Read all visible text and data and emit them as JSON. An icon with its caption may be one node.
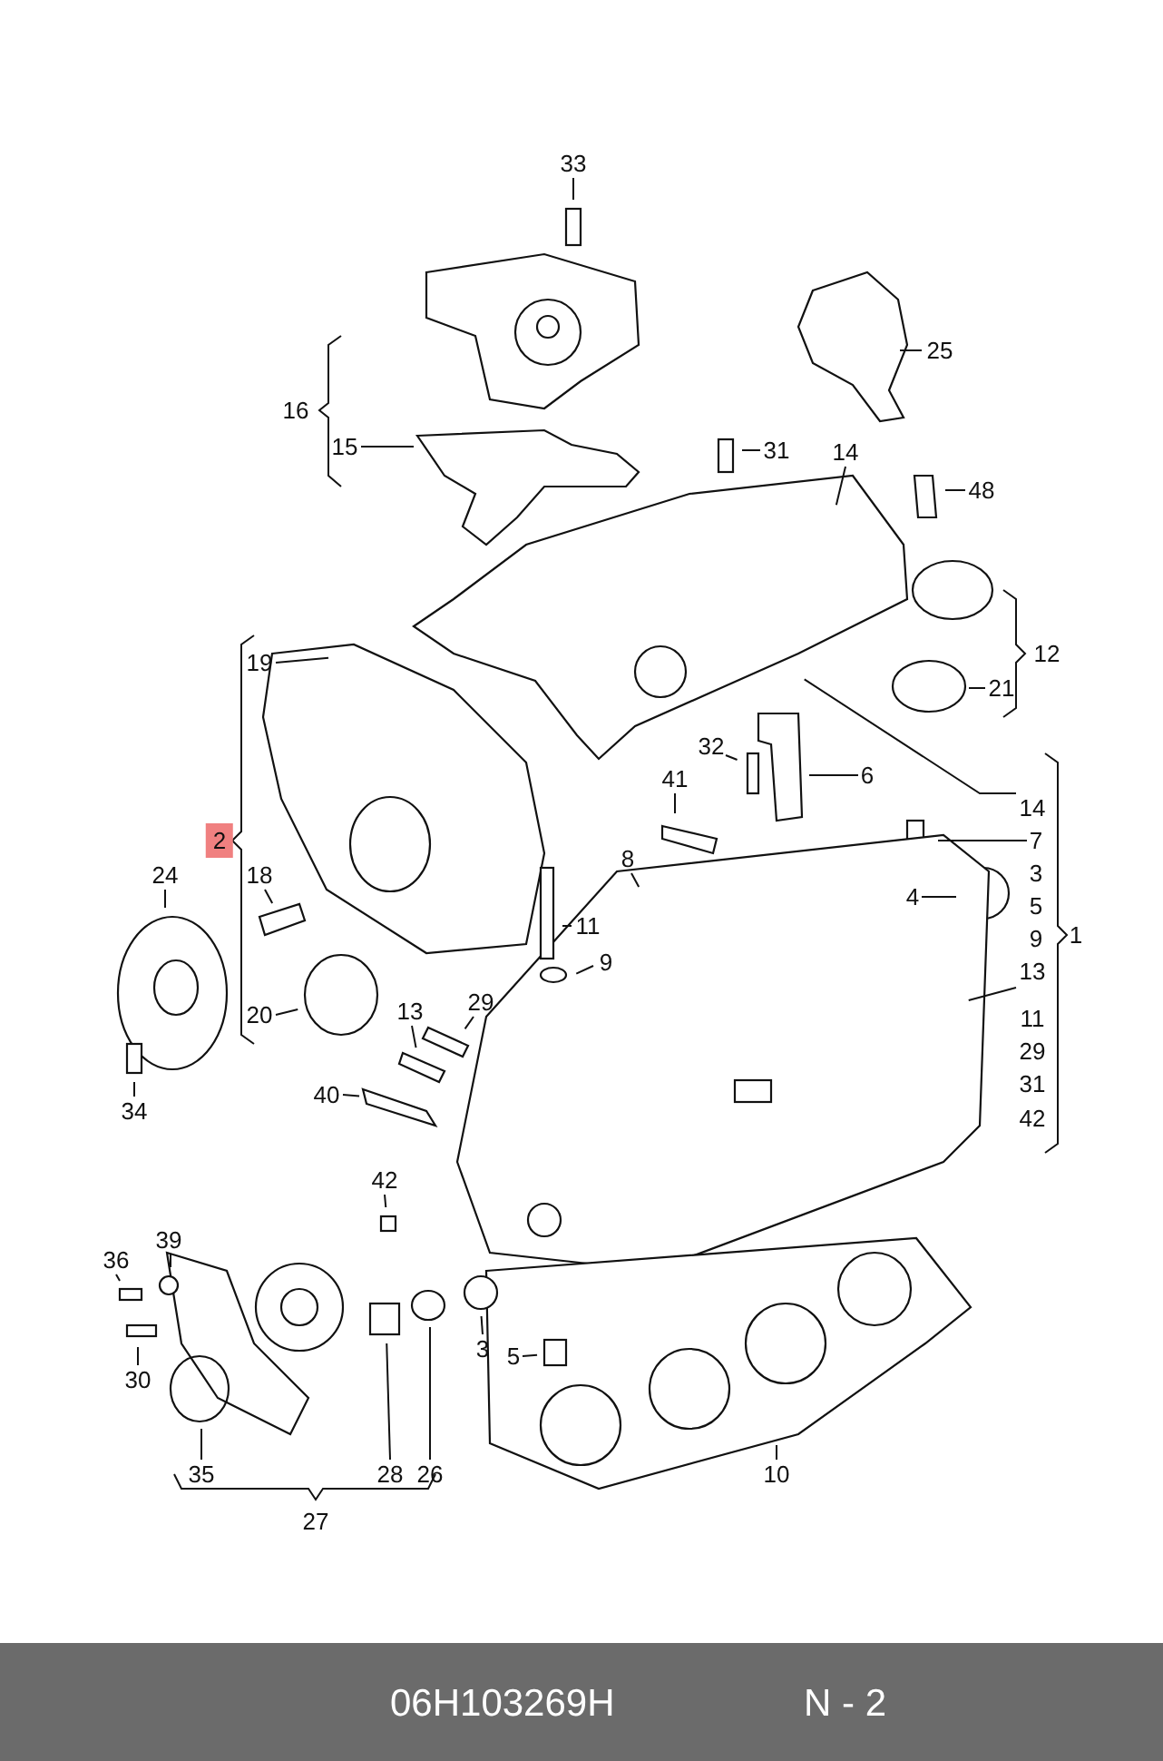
{
  "diagram": {
    "nodes": [
      {
        "text": [
          "33"
        ]
      },
      {
        "text": [
          "25"
        ]
      },
      {
        "text": [
          "15"
        ]
      },
      {
        "text": [
          "31"
        ]
      },
      {
        "text": [
          "14"
        ]
      },
      {
        "text": [
          "48"
        ]
      },
      {
        "text": [
          "19"
        ]
      },
      {
        "text": [
          "21"
        ]
      },
      {
        "text": [
          "32"
        ]
      },
      {
        "text": [
          "6"
        ]
      },
      {
        "text": [
          "41"
        ]
      },
      {
        "text": [
          "14"
        ]
      },
      {
        "text": [
          "7"
        ]
      },
      {
        "text": [
          "18"
        ]
      },
      {
        "text": [
          "4"
        ]
      },
      {
        "text": [
          "24"
        ]
      },
      {
        "text": [
          "8"
        ]
      },
      {
        "text": [
          "11"
        ]
      },
      {
        "text": [
          "9"
        ]
      },
      {
        "text": [
          "13"
        ]
      },
      {
        "text": [
          "13"
        ]
      },
      {
        "text": [
          "29"
        ]
      },
      {
        "text": [
          "20"
        ]
      },
      {
        "text": [
          "34"
        ]
      },
      {
        "text": [
          "40"
        ]
      },
      {
        "text": [
          "42"
        ]
      },
      {
        "text": [
          "36"
        ]
      },
      {
        "text": [
          "39"
        ]
      },
      {
        "text": [
          "30"
        ]
      },
      {
        "text": [
          "3"
        ]
      },
      {
        "text": [
          "5"
        ]
      },
      {
        "text": [
          "35"
        ]
      },
      {
        "text": [
          "28"
        ]
      },
      {
        "text": [
          "26"
        ]
      },
      {
        "text": [
          "10"
        ]
      }
    ],
    "edges": [
      {
        "from": 0,
        "to": null,
        "arrow": "none"
      },
      {
        "from": 1,
        "to": null,
        "arrow": "none"
      },
      {
        "from": 2,
        "to": null,
        "arrow": "none"
      },
      {
        "from": 3,
        "to": null,
        "arrow": "none"
      },
      {
        "from": 4,
        "to": null,
        "arrow": "none"
      },
      {
        "from": 5,
        "to": null,
        "arrow": "none"
      },
      {
        "from": 6,
        "to": null,
        "arrow": "none"
      },
      {
        "from": 7,
        "to": null,
        "arrow": "none"
      },
      {
        "from": 8,
        "to": null,
        "arrow": "none"
      },
      {
        "from": 9,
        "to": null,
        "arrow": "none"
      },
      {
        "from": 10,
        "to": null,
        "arrow": "none"
      },
      {
        "from": 11,
        "to": null,
        "arrow": "none"
      },
      {
        "from": 12,
        "to": null,
        "arrow": "none"
      },
      {
        "from": 13,
        "to": null,
        "arrow": "none"
      },
      {
        "from": 14,
        "to": null,
        "arrow": "none"
      },
      {
        "from": 15,
        "to": null,
        "arrow": "none"
      },
      {
        "from": 16,
        "to": null,
        "arrow": "none"
      },
      {
        "from": 17,
        "to": null,
        "arrow": "none"
      },
      {
        "from": 18,
        "to": null,
        "arrow": "none"
      },
      {
        "from": 19,
        "to": null,
        "arrow": "none"
      },
      {
        "from": 20,
        "to": null,
        "arrow": "none"
      },
      {
        "from": 21,
        "to": null,
        "arrow": "none"
      },
      {
        "from": 22,
        "to": null,
        "arrow": "none"
      },
      {
        "from": 23,
        "to": null,
        "arrow": "none"
      },
      {
        "from": 24,
        "to": null,
        "arrow": "none"
      },
      {
        "from": 25,
        "to": null,
        "arrow": "none"
      },
      {
        "from": 26,
        "to": null,
        "arrow": "none"
      },
      {
        "from": 27,
        "to": null,
        "arrow": "none"
      },
      {
        "from": 28,
        "to": null,
        "arrow": "none"
      },
      {
        "from": 29,
        "to": null,
        "arrow": "none"
      },
      {
        "from": 30,
        "to": null,
        "arrow": "none"
      },
      {
        "from": 31,
        "to": null,
        "arrow": "none"
      },
      {
        "from": 32,
        "to": null,
        "arrow": "none"
      },
      {
        "from": 33,
        "to": null,
        "arrow": "none"
      },
      {
        "from": 34,
        "to": null,
        "arrow": "none"
      }
    ],
    "labels": [
      "16",
      "12",
      "3",
      "5",
      "9",
      "1",
      "11",
      "29",
      "31",
      "42",
      "2",
      "27",
      "06H103269H",
      "N - 2"
    ]
  }
}
